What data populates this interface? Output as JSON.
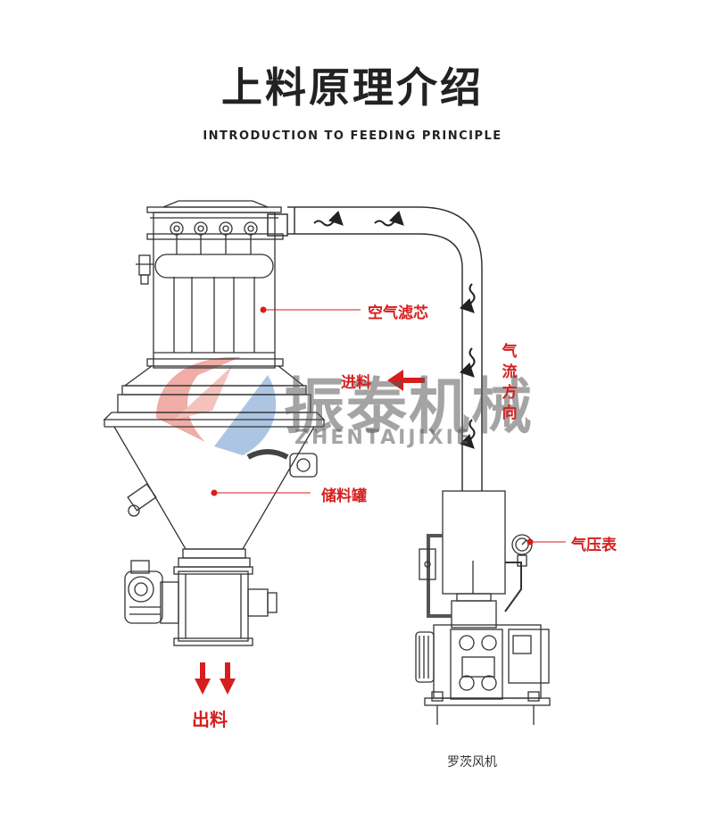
{
  "header": {
    "title": "上料原理介绍",
    "subtitle": "INTRODUCTION TO FEEDING PRINCIPLE"
  },
  "labels": {
    "filter": "空气滤芯",
    "feed_in": "进料",
    "tank": "储料罐",
    "airflow_chars": [
      "气",
      "流",
      "方",
      "向"
    ],
    "gauge": "气压表",
    "discharge": "出料",
    "blower": "罗茨风机"
  },
  "watermark": {
    "cn": "振泰机械",
    "en": "ZHENTAIJIXIE"
  },
  "colors": {
    "accent": "#d61e1e",
    "line": "#333333",
    "watermark_red": "#e04a3a",
    "watermark_blue": "#4a7fc1"
  }
}
